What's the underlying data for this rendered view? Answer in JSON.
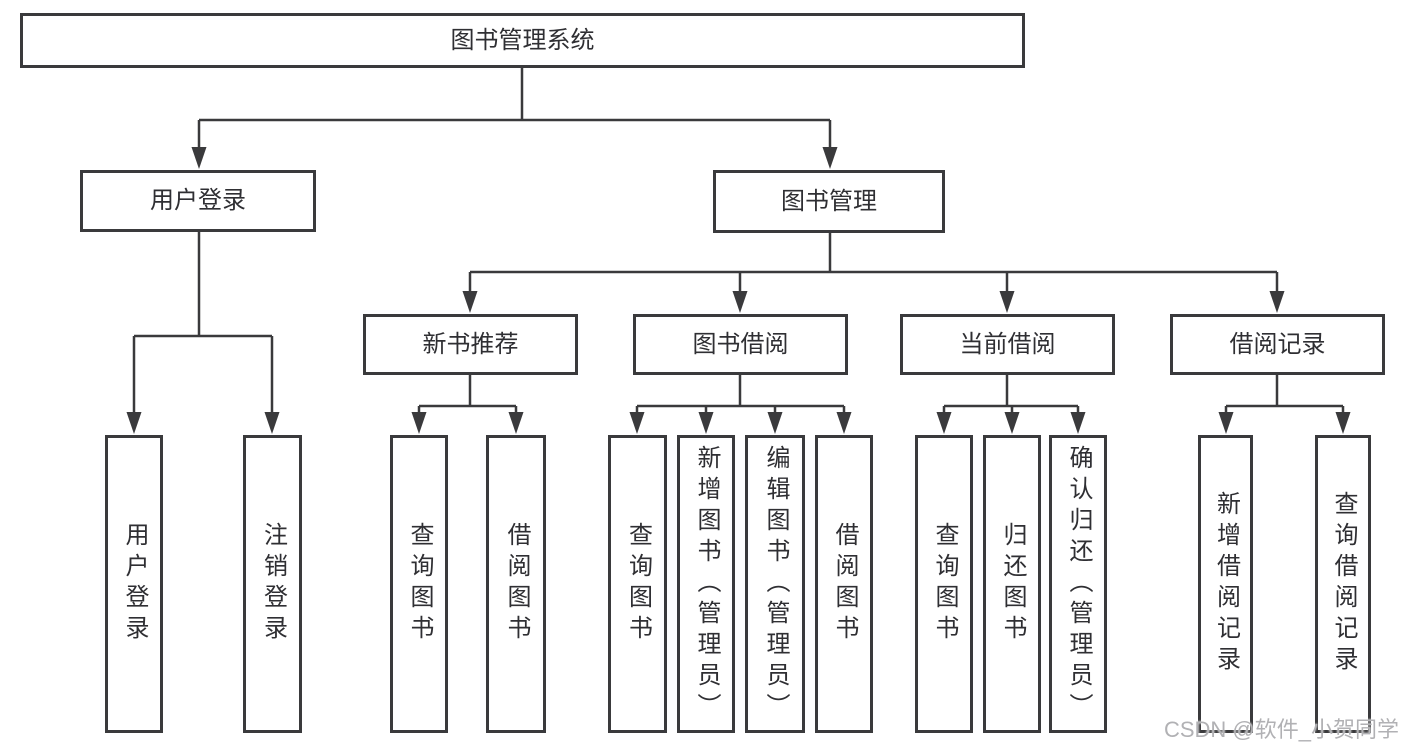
{
  "diagram": {
    "type": "org-tree",
    "root": {
      "label": "图书管理系统"
    },
    "branches": [
      {
        "label": "用户登录",
        "children": [
          {
            "label": "用户登录"
          },
          {
            "label": "注销登录"
          }
        ]
      },
      {
        "label": "图书管理",
        "children": [
          {
            "label": "新书推荐",
            "children": [
              {
                "label": "查询图书"
              },
              {
                "label": "借阅图书"
              }
            ]
          },
          {
            "label": "图书借阅",
            "children": [
              {
                "label": "查询图书"
              },
              {
                "label": "新增图书（管理员）"
              },
              {
                "label": "编辑图书（管理员）"
              },
              {
                "label": "借阅图书"
              }
            ]
          },
          {
            "label": "当前借阅",
            "children": [
              {
                "label": "查询图书"
              },
              {
                "label": "归还图书"
              },
              {
                "label": "确认归还（管理员）"
              }
            ]
          },
          {
            "label": "借阅记录",
            "children": [
              {
                "label": "新增借阅记录"
              },
              {
                "label": "查询借阅记录"
              }
            ]
          }
        ]
      }
    ]
  },
  "watermark": {
    "text": "CSDN @软件_小贺同学",
    "color": "#b1b1b4"
  },
  "colors": {
    "stroke": "#3a3a3c",
    "text": "#2f2f33",
    "background": "#ffffff"
  }
}
